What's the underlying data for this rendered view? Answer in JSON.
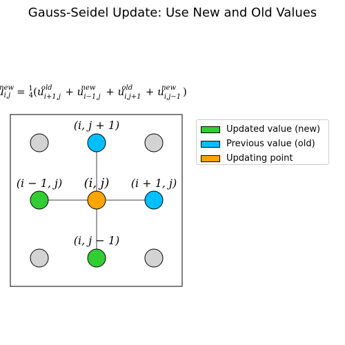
{
  "title": "Gauss-Seidel Update: Use New and Old Values",
  "formula": {
    "lhs_base": "u",
    "lhs_sub": "i,j",
    "lhs_sup": "new",
    "frac_num": "1",
    "frac_den": "4",
    "terms": [
      {
        "sup": "old",
        "sub": "i+1,j"
      },
      {
        "sup": "new",
        "sub": "i−1,j"
      },
      {
        "sup": "old",
        "sub": "i,j+1"
      },
      {
        "sup": "new",
        "sub": "i,j−1"
      }
    ]
  },
  "nodes": {
    "top": {
      "label": "(i, j + 1)",
      "role": "old"
    },
    "left": {
      "label": "(i − 1, j)",
      "role": "new"
    },
    "center": {
      "label": "(i, j)",
      "role": "updating"
    },
    "right": {
      "label": "(i + 1, j)",
      "role": "old"
    },
    "bottom": {
      "label": "(i, j − 1)",
      "role": "new"
    }
  },
  "colors": {
    "new": "#32cd32",
    "old": "#00bfff",
    "updating": "#ffa500",
    "inactive": "#d3d3d3",
    "edge": "#808080"
  },
  "legend": [
    {
      "label": "Updated value (new)",
      "color": "#32cd32"
    },
    {
      "label": "Previous value (old)",
      "color": "#00bfff"
    },
    {
      "label": "Updating point",
      "color": "#ffa500"
    }
  ]
}
